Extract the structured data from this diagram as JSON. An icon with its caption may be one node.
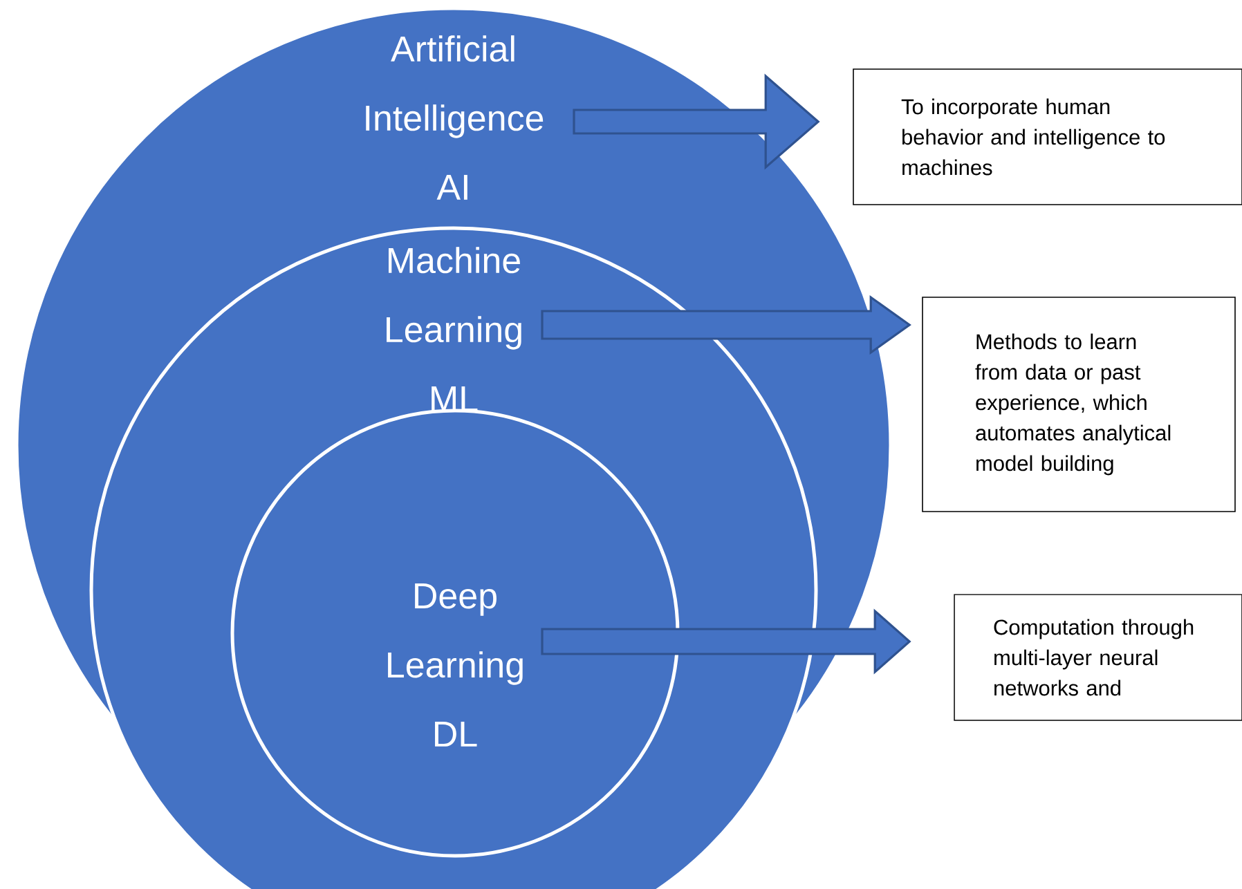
{
  "diagram": {
    "nodes": [
      {
        "text": [
          "Artificial Intelligence AI"
        ]
      },
      {
        "text": [
          "Machine Learning ML"
        ],
        "in": 0
      },
      {
        "text": [
          "Deep Learning DL"
        ],
        "in": 1
      },
      {
        "text": [
          "To incorporate human behavior and intelligence to machines"
        ]
      },
      {
        "text": [
          "Methods to learn from data or past experience, which automates analytical model building"
        ]
      },
      {
        "text": [
          "Computation through multi-layer neural networks and"
        ]
      }
    ],
    "edges": [
      {
        "from": 0,
        "to": 3,
        "arrow": "to"
      },
      {
        "from": 1,
        "to": 4,
        "arrow": "to"
      },
      {
        "from": 2,
        "to": 5,
        "arrow": "to"
      }
    ]
  }
}
